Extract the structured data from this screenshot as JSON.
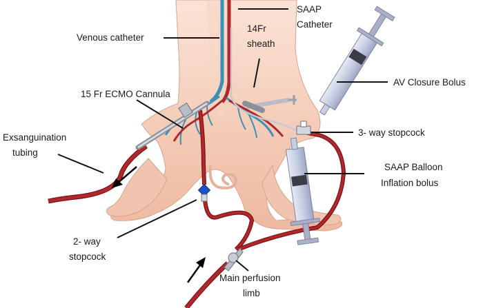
{
  "labels": {
    "saap_catheter": [
      "SAAP",
      "Catheter"
    ],
    "venous_catheter": "Venous catheter",
    "sheath_14fr": [
      "14Fr",
      "sheath"
    ],
    "av_closure_bolus": "AV Closure Bolus",
    "ecmo_cannula": "15 Fr ECMO Cannula",
    "exsanguination_tubing": [
      "Exsanguination",
      "tubing"
    ],
    "three_way_stopcock": "3- way stopcock",
    "saap_balloon_bolus": [
      "SAAP Balloon",
      "Inflation bolus"
    ],
    "two_way_stopcock": [
      "2- way",
      "stopcock"
    ],
    "main_perfusion_limb": [
      "Main perfusion",
      "limb"
    ]
  },
  "colors": {
    "skin": "#f2cdb8",
    "skin_shadow": "#d9a58c",
    "blood": "#b0282c",
    "vein": "#3f8fb5",
    "syringe": "#c9cfe3",
    "stopcock_blue": "#1e4fc8",
    "line": "#111111"
  }
}
